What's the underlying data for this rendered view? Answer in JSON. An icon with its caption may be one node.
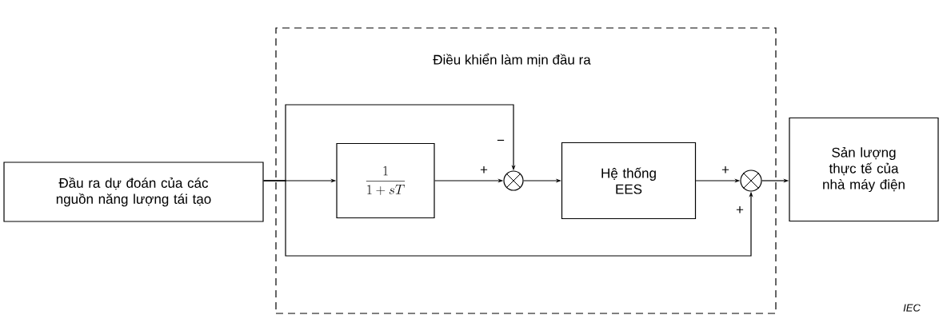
{
  "diagram": {
    "nodes": [
      {
        "text": [
          "Điều khiển làm mịn đầu ra"
        ]
      },
      {
        "text": [
          "Đầu ra dự đoán của các nguồn năng lượng tái tạo"
        ]
      },
      {
        "text": [
          "\\frac{1}{1+sT}"
        ],
        "in": 0
      },
      {
        "text": [],
        "shape": "circle",
        "in": 0
      },
      {
        "text": [
          "Hệ thống EES"
        ],
        "in": 0
      },
      {
        "text": [],
        "shape": "circle",
        "in": 0
      },
      {
        "text": [
          "Sản lượng thực tế của nhà máy điện"
        ]
      }
    ],
    "edges": [
      {
        "from": 1,
        "to": 2,
        "arrow": "to"
      },
      {
        "from": 1,
        "to": 3,
        "arrow": "to",
        "label": "−"
      },
      {
        "from": 2,
        "to": 3,
        "arrow": "to",
        "label": "+"
      },
      {
        "from": 3,
        "to": 4,
        "arrow": "to"
      },
      {
        "from": 4,
        "to": 5,
        "arrow": "to",
        "label": "+"
      },
      {
        "from": 1,
        "to": 5,
        "arrow": "to",
        "label": "+"
      },
      {
        "from": 5,
        "to": 6,
        "arrow": "to"
      }
    ],
    "labels": [
      "IEC"
    ]
  }
}
